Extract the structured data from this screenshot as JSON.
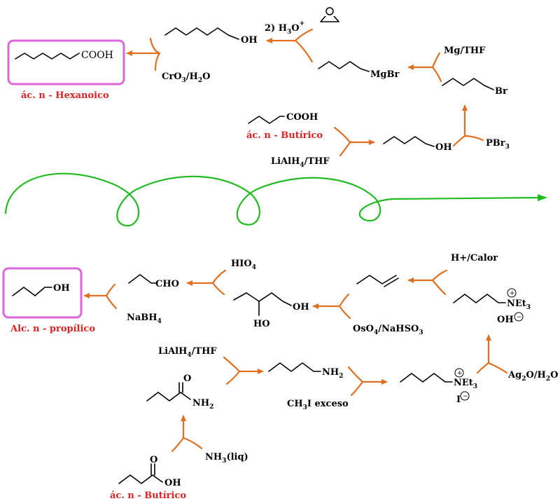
{
  "colors": {
    "arrow": "#e07020",
    "name_label": "#dd2222",
    "target_box": "#dd66dd",
    "loop_arrow": "#22bb22"
  },
  "route_top": {
    "target_acid": {
      "formula": "COOH",
      "name": "ác. n - Hexanoico"
    },
    "oxidation_reagent": {
      "a": "CrO",
      "a_sub": "3",
      "b": "/H",
      "b_sub": "2",
      "c": "O"
    },
    "hexanol": {
      "group": "OH"
    },
    "hydrolysis": {
      "text": "2) H",
      "sub": "3",
      "tail": "O",
      "sup": "+"
    },
    "grignard": {
      "group": "MgBr"
    },
    "mg_reagent": "Mg/THF",
    "bromide": {
      "group": "Br"
    },
    "pbr3": {
      "main": "PBr",
      "sub": "3"
    },
    "butanol": {
      "group": "OH"
    },
    "lialh4_1": {
      "a": "LiAlH",
      "sub": "4",
      "b": "/THF"
    },
    "start_acid": {
      "formula": "COOH",
      "name": "ác. n - Butírico"
    }
  },
  "route_bottom": {
    "target_alcohol": {
      "group": "OH",
      "name": "Alc. n - propílico"
    },
    "nabh4": {
      "a": "NaBH",
      "sub": "4"
    },
    "propanal": {
      "group": "CHO"
    },
    "hio4": {
      "a": "HIO",
      "sub": "4"
    },
    "diol": {
      "oh1": "OH",
      "oh2": "HO"
    },
    "oso4": {
      "a": "OsO",
      "sub1": "4",
      "b": "/NaHSO",
      "sub2": "3"
    },
    "alkene_reagent": "H+/Calor",
    "ammonium_oh": {
      "n": "NEt",
      "sub": "3",
      "counter": "OH",
      "plus": "+",
      "minus": "−"
    },
    "ag2o": {
      "a": "Ag",
      "sub1": "2",
      "b": "O/H",
      "sub2": "2",
      "c": "O"
    },
    "ammonium_i": {
      "n": "NEt",
      "sub": "3",
      "counter": "I",
      "plus": "+",
      "minus": "−"
    },
    "ch3i": {
      "a": "CH",
      "sub": "3",
      "b": "I exceso"
    },
    "amine": {
      "group": "NH",
      "sub": "2"
    },
    "lialh4_2": {
      "a": "LiAlH",
      "sub": "4",
      "b": "/THF"
    },
    "amide": {
      "o": "O",
      "group": "NH",
      "sub": "2"
    },
    "nh3": {
      "a": "NH",
      "sub": "3",
      "b": "(liq)"
    },
    "start_acid": {
      "o": "O",
      "oh": "OH",
      "name": "ác. n - Butírico"
    }
  }
}
